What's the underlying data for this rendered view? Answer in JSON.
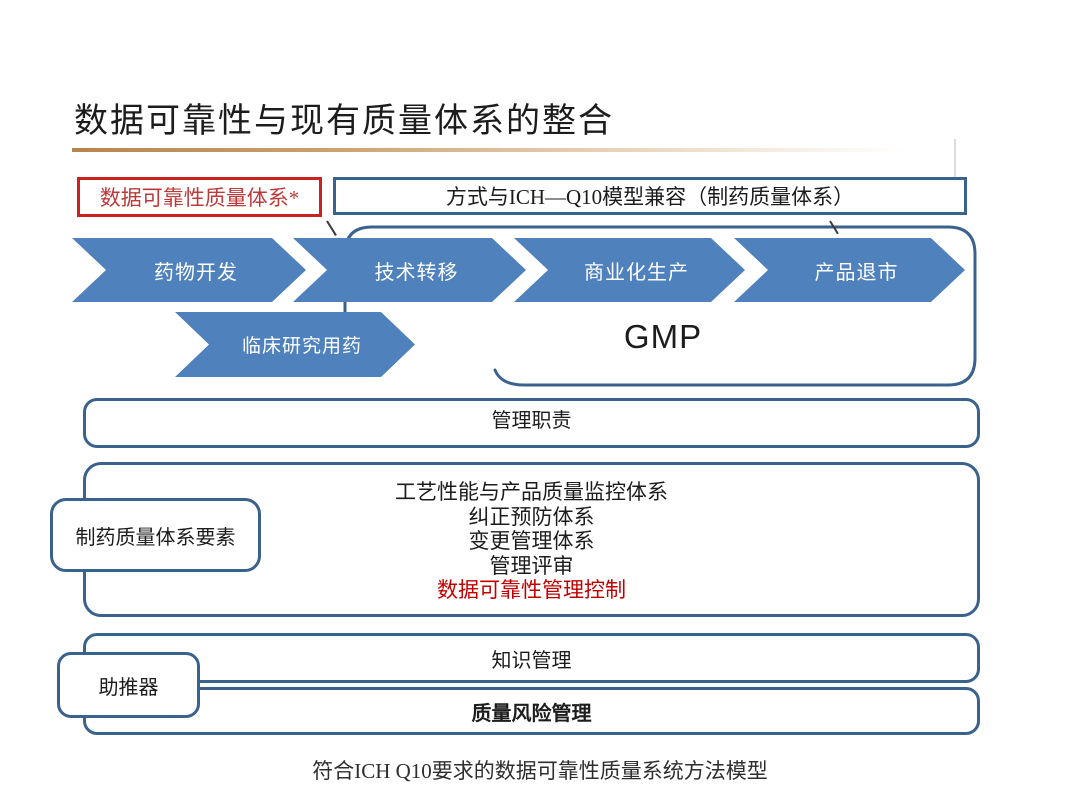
{
  "slide": {
    "title": "数据可靠性与现有质量体系的整合",
    "caption": "符合ICH Q10要求的数据可靠性质量系统方法模型"
  },
  "top_boxes": {
    "data_reliability_system": "数据可靠性质量体系*",
    "ich_q10_compat": "方式与ICH—Q10模型兼容（制药质量体系）"
  },
  "lifecycle": {
    "arrows": [
      "药物开发",
      "技术转移",
      "商业化生产",
      "产品退市"
    ],
    "clinical_arrow": "临床研究用药",
    "gmp": "GMP"
  },
  "bars": {
    "management_responsibility": "管理职责",
    "knowledge_management": "知识管理",
    "quality_risk_management": "质量风险管理"
  },
  "elements": {
    "lines": [
      "工艺性能与产品质量监控体系",
      "纠正预防体系",
      "变更管理体系",
      "管理评审",
      "数据可靠性管理控制"
    ]
  },
  "side_tabs": {
    "pqs_elements": "制药质量体系要素",
    "enabler": "助推器"
  },
  "colors": {
    "outline_blue": "#3b628c",
    "arrow_fill": "#4f81bd",
    "red_border": "#cb2121",
    "red_text": "#bd3a3a",
    "red_line_text": "#c00000",
    "rule_tan": "#b5854f"
  }
}
